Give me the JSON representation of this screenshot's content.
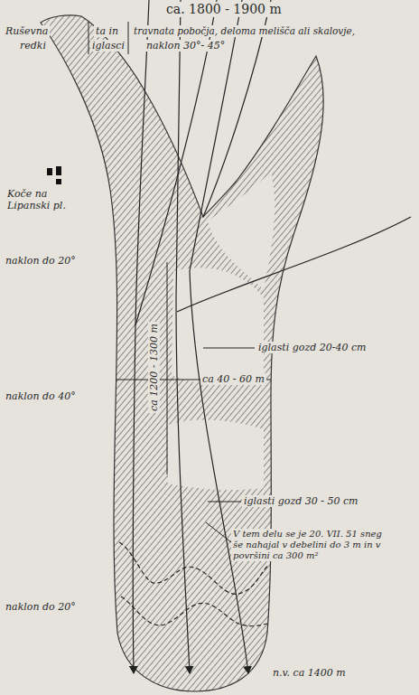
{
  "diagram": {
    "labels": [
      "ca. 1800 - 1900 m",
      "Ruševna",
      "ta in",
      "travnata pobočja, deloma melišča ali skalovje,",
      "redki",
      "iglasci",
      "naklon 30°- 45°",
      "Koče na Lipanski pl.",
      "naklon do 20°",
      "iglasti gozd 20-40 cm",
      "ca 40 - 60 m",
      "ca 1200 - 1300 m",
      "naklon do 40°",
      "iglasti gozd 30 - 50 cm",
      "V tem delu se je 20. VII. 51 sneg še nahajal v debelini do 3 m in v površini ca 300 m²",
      "naklon do 20°",
      "n.v. ca 1400 m"
    ]
  }
}
